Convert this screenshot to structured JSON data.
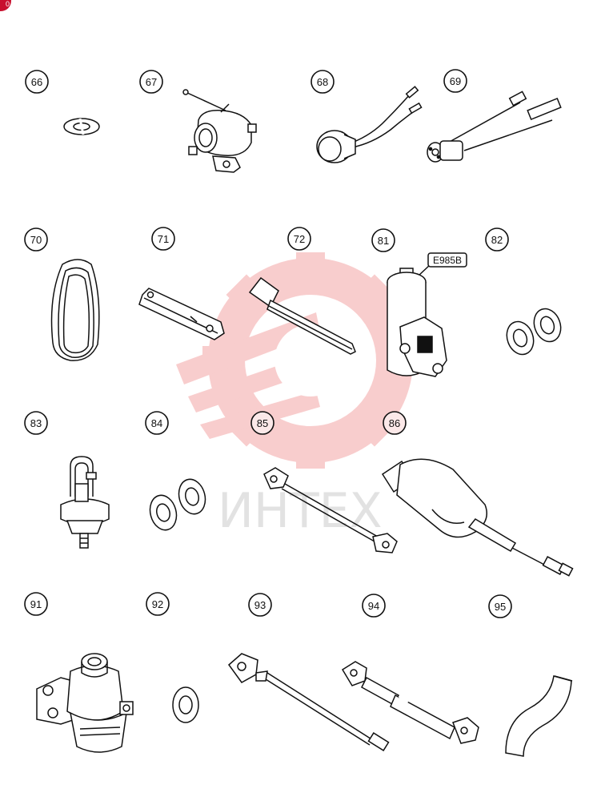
{
  "watermark": {
    "text": "ИНТЕХ",
    "color": "#f4a5a5"
  },
  "corner_mark": {
    "text": "0",
    "color": "#c8102e"
  },
  "labels": {
    "p66": "66",
    "p67": "67",
    "p68": "68",
    "p69": "69",
    "p70": "70",
    "p71": "71",
    "p72": "72",
    "p81": "81",
    "p82": "82",
    "p83": "83",
    "p84": "84",
    "p85": "85",
    "p86": "86",
    "p91": "91",
    "p92": "92",
    "p93": "93",
    "p94": "94",
    "p95": "95",
    "part_code": "E985B"
  }
}
